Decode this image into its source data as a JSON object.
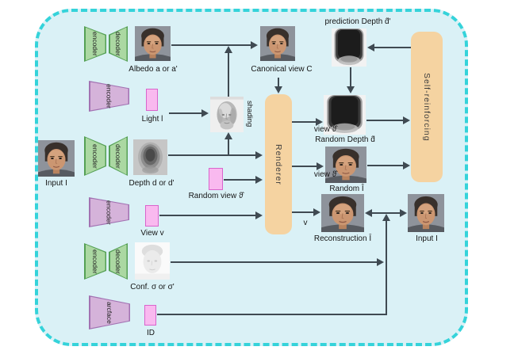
{
  "colors": {
    "canvas_bg": "#ffffff",
    "panel_bg": "#daf1f6",
    "panel_border": "#35d3da",
    "encoder_green_fill": "#abd8a2",
    "encoder_green_border": "#55a055",
    "encoder_purple_fill": "#d5b3da",
    "encoder_purple_border": "#a272b2",
    "vector_pink_fill": "#f9b9ef",
    "vector_pink_border": "#d964cc",
    "process_orange": "#f5d3a1",
    "arrow": "#3f4a52"
  },
  "blocks": {
    "encoder": "encoder",
    "decoder": "decoder",
    "arcface": "arcface",
    "renderer": "Renderer",
    "self_reinforcing": "Self-reinforcing"
  },
  "nodes": {
    "albedo": "Albedo a or a'",
    "light": "Light l",
    "depth": "Depth d or d'",
    "input_left": "Input I",
    "random_view": "Random view ϑ̂",
    "view": "View v",
    "conf": "Conf. σ or σ'",
    "id": "ID",
    "shading": "shading",
    "canonical": "Canonical view C",
    "prediction_depth": "prediction Depth d̂'",
    "random_depth": "Random Depth d̂",
    "random_image": "Random Î",
    "reconstruction": "Reconstruction Ī",
    "input_right": "Input I"
  },
  "edge_labels": {
    "view_theta_depth": "view ϑ̂",
    "view_theta_image": "view ϑ̂",
    "v": "v"
  }
}
